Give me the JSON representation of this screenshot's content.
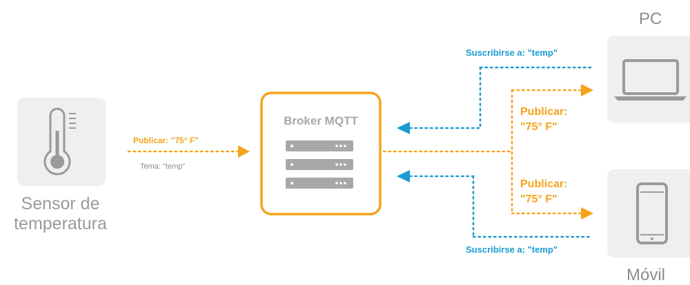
{
  "colors": {
    "orange": "#f5a31a",
    "blue": "#1a9bd1",
    "gray_box": "#efefef",
    "gray_icon": "#9a9a9a"
  },
  "sensor": {
    "caption_line1": "Sensor de",
    "caption_line2": "temperatura",
    "icon": "thermometer-icon"
  },
  "publish_left": {
    "label": "Publicar: \"75° F\"",
    "topic": "Tema: \"temp\""
  },
  "broker": {
    "title": "Broker MQTT",
    "icon": "server-icon"
  },
  "pc": {
    "caption": "PC",
    "icon": "laptop-icon",
    "subscribe_label": "Suscribirse a: \"temp\"",
    "publish_line1": "Publicar:",
    "publish_line2": "\"75° F\""
  },
  "mobile": {
    "caption": "Móvil",
    "icon": "smartphone-icon",
    "subscribe_label": "Suscribirse a: \"temp\"",
    "publish_line1": "Publicar:",
    "publish_line2": "\"75° F\""
  }
}
